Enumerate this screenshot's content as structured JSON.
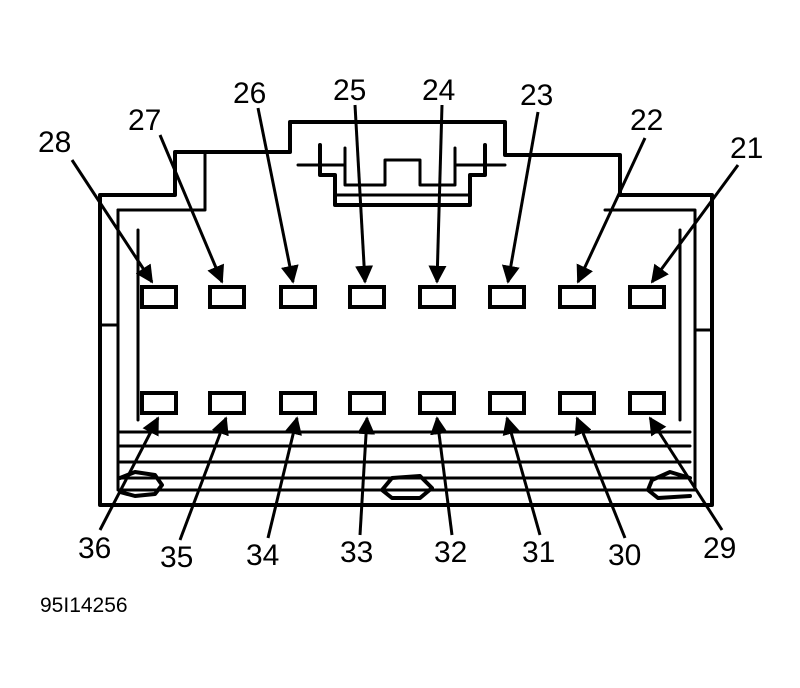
{
  "top_row_pins": [
    "28",
    "27",
    "26",
    "25",
    "24",
    "23",
    "22",
    "21"
  ],
  "bottom_row_pins": [
    "36",
    "35",
    "34",
    "33",
    "32",
    "31",
    "30",
    "29"
  ],
  "reference_code": "95I14256",
  "colors": {
    "line": "#000000",
    "background": "#ffffff"
  }
}
